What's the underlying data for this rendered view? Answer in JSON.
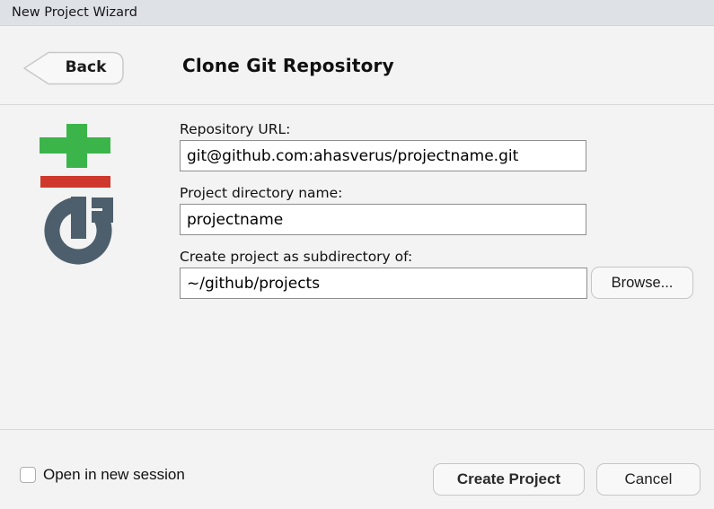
{
  "window": {
    "title": "New Project Wizard"
  },
  "header": {
    "back_label": "Back",
    "title": "Clone Git Repository"
  },
  "icon": {
    "name": "git-logo",
    "colors": {
      "plus": "#3bb54a",
      "minus": "#cf382c",
      "g": "#4d5e6d"
    }
  },
  "form": {
    "fields": [
      {
        "label": "Repository URL:",
        "value": "git@github.com:ahasverus/projectname.git"
      },
      {
        "label": "Project directory name:",
        "value": "projectname"
      },
      {
        "label": "Create project as subdirectory of:",
        "value": "~/github/projects"
      }
    ],
    "browse_label": "Browse..."
  },
  "footer": {
    "checkbox_label": "Open in new session",
    "checkbox_checked": false,
    "create_label": "Create Project",
    "cancel_label": "Cancel"
  }
}
